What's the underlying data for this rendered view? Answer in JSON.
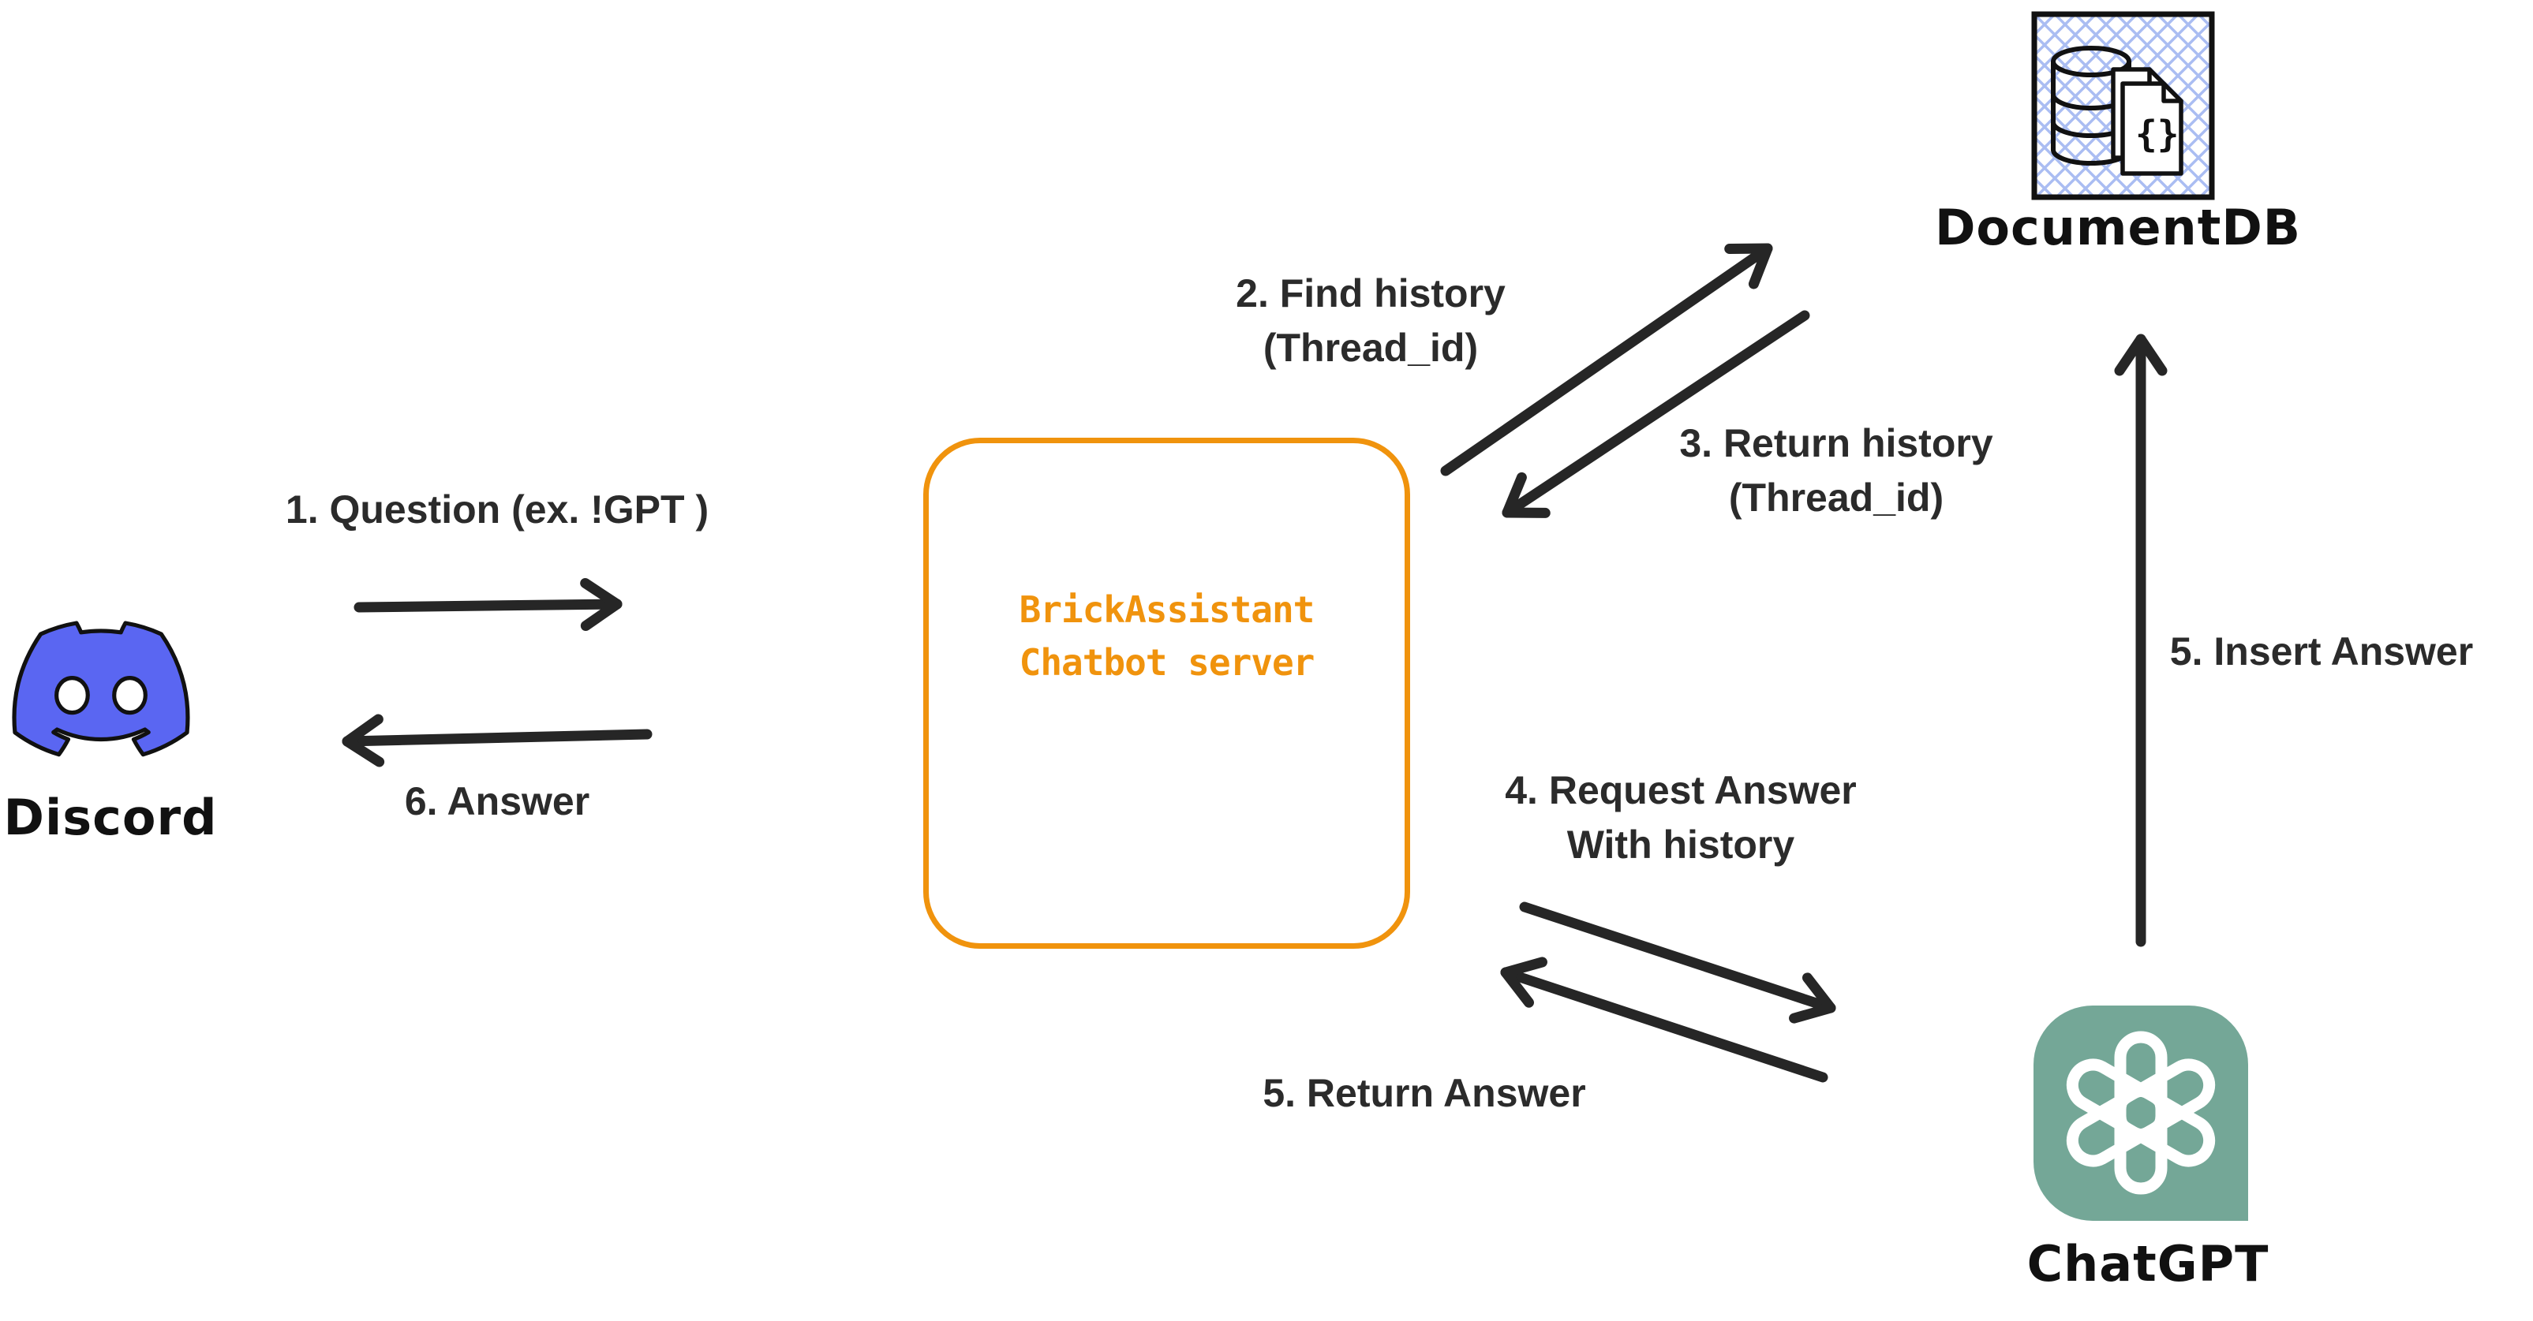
{
  "colors": {
    "ink": "#262626",
    "text": "#2b2b2b",
    "discord_blue": "#5a66f2",
    "server_orange": "#f0930d",
    "chatgpt_green": "#74a797",
    "hatch_blue": "#aabdf2",
    "icon_outline": "#111111",
    "background": "#ffffff"
  },
  "nodes": {
    "discord": {
      "label": "Discord"
    },
    "server": {
      "line1": "BrickAssistant",
      "line2": "Chatbot server"
    },
    "documentdb": {
      "label": "DocumentDB",
      "braces_glyph": "{}"
    },
    "chatgpt": {
      "label": "ChatGPT"
    }
  },
  "edges": {
    "question": {
      "label": "1. Question (ex. !GPT )"
    },
    "find_history": {
      "line1": "2. Find history",
      "line2": "(Thread_id)"
    },
    "return_history": {
      "line1": "3. Return history",
      "line2": "(Thread_id)"
    },
    "request_answer": {
      "line1": "4. Request Answer",
      "line2": "With history"
    },
    "return_answer": {
      "label": "5. Return Answer"
    },
    "insert_answer": {
      "label": "5. Insert Answer"
    },
    "answer": {
      "label": "6. Answer"
    }
  }
}
